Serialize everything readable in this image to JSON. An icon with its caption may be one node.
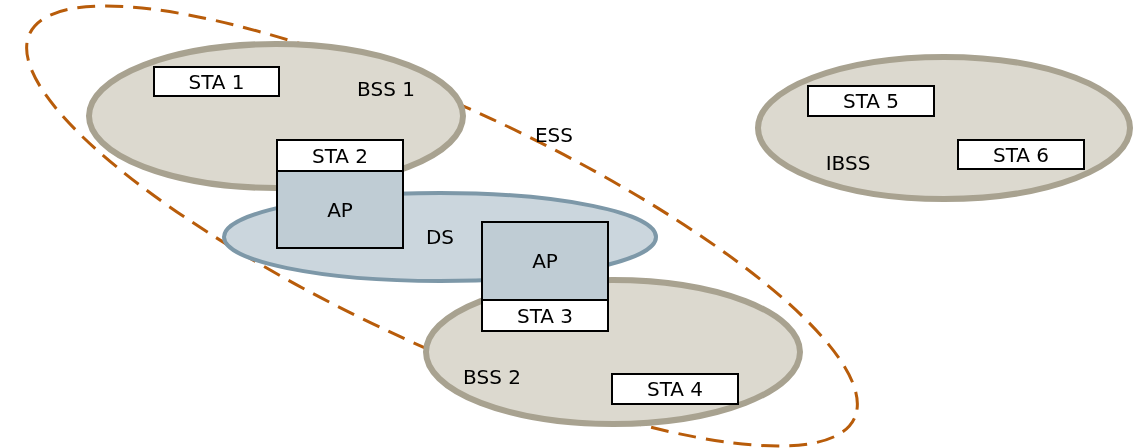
{
  "diagram": {
    "nodes": [
      {
        "text": [
          "ESS"
        ]
      },
      {
        "text": [
          "BSS 1"
        ],
        "in": 0
      },
      {
        "text": [
          "STA 1"
        ],
        "in": 1
      },
      {
        "text": [
          "STA 2"
        ],
        "in": 1
      },
      {
        "text": [
          "AP"
        ],
        "in": 0
      },
      {
        "text": [
          "DS"
        ],
        "in": 0
      },
      {
        "text": [
          "AP"
        ],
        "in": 0
      },
      {
        "text": [
          "STA 3"
        ],
        "in": 8
      },
      {
        "text": [
          "BSS 2"
        ],
        "in": 0
      },
      {
        "text": [
          "STA 4"
        ],
        "in": 8
      },
      {
        "text": [
          "IBSS"
        ]
      },
      {
        "text": [
          "STA 5"
        ],
        "in": 10
      },
      {
        "text": [
          "STA 6"
        ],
        "in": 10
      }
    ]
  }
}
